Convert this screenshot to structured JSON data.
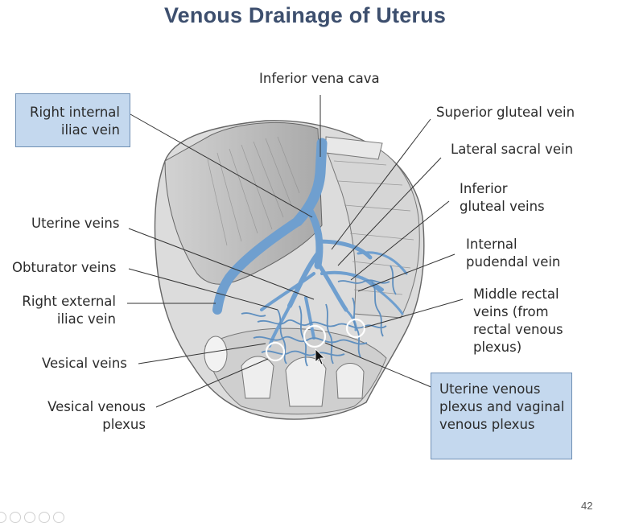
{
  "slide": {
    "title": "Venous Drainage of Uterus",
    "page_number": "42"
  },
  "labels": {
    "inferior_vena_cava": "Inferior vena cava",
    "right_internal_iliac_vein": [
      "Right internal",
      "iliac vein"
    ],
    "superior_gluteal_vein": "Superior gluteal vein",
    "lateral_sacral_vein": "Lateral sacral vein",
    "inferior_gluteal_veins": [
      "Inferior",
      "gluteal veins"
    ],
    "uterine_veins": "Uterine veins",
    "internal_pudendal_vein": [
      "Internal",
      "pudendal vein"
    ],
    "obturator_veins": "Obturator veins",
    "right_external_iliac_vein": [
      "Right external",
      "iliac vein"
    ],
    "middle_rectal_veins": [
      "Middle rectal",
      "veins (from",
      "rectal venous",
      "plexus)"
    ],
    "vesical_veins": "Vesical veins",
    "vesical_venous_plexus": [
      "Vesical venous",
      "plexus"
    ],
    "uterine_venous_plexus": [
      "Uterine venous",
      "plexus and vaginal",
      "venous plexus"
    ]
  },
  "colors": {
    "vein_blue": "#6f9fcf",
    "box_fill": "#c4d8ee",
    "pelvis_gray": "#c9c9c9",
    "title_color": "#3d4f6e"
  },
  "slideshow_controls": [
    "previous-icon",
    "slides-icon",
    "zoom-icon",
    "notes-icon",
    "more-icon"
  ]
}
